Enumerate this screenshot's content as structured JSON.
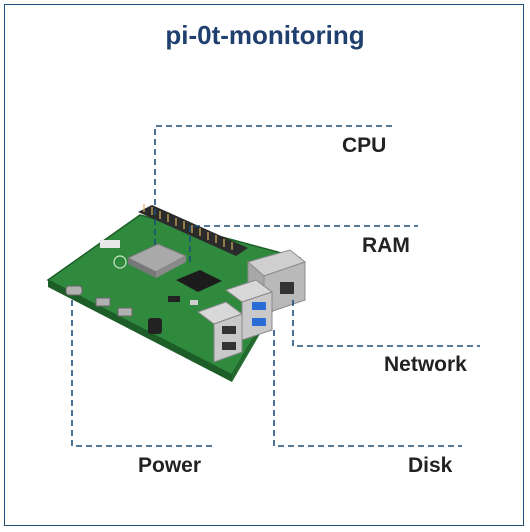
{
  "diagram": {
    "title": "pi-0t-monitoring",
    "labels": {
      "cpu": "CPU",
      "ram": "RAM",
      "network": "Network",
      "power": "Power",
      "disk": "Disk"
    },
    "colors": {
      "title": "#1f3f6e",
      "connector": "#1f4e79",
      "frame": "#1f4e79",
      "board": "#2f8a3e"
    },
    "board_image": "raspberry-pi-4-board"
  }
}
